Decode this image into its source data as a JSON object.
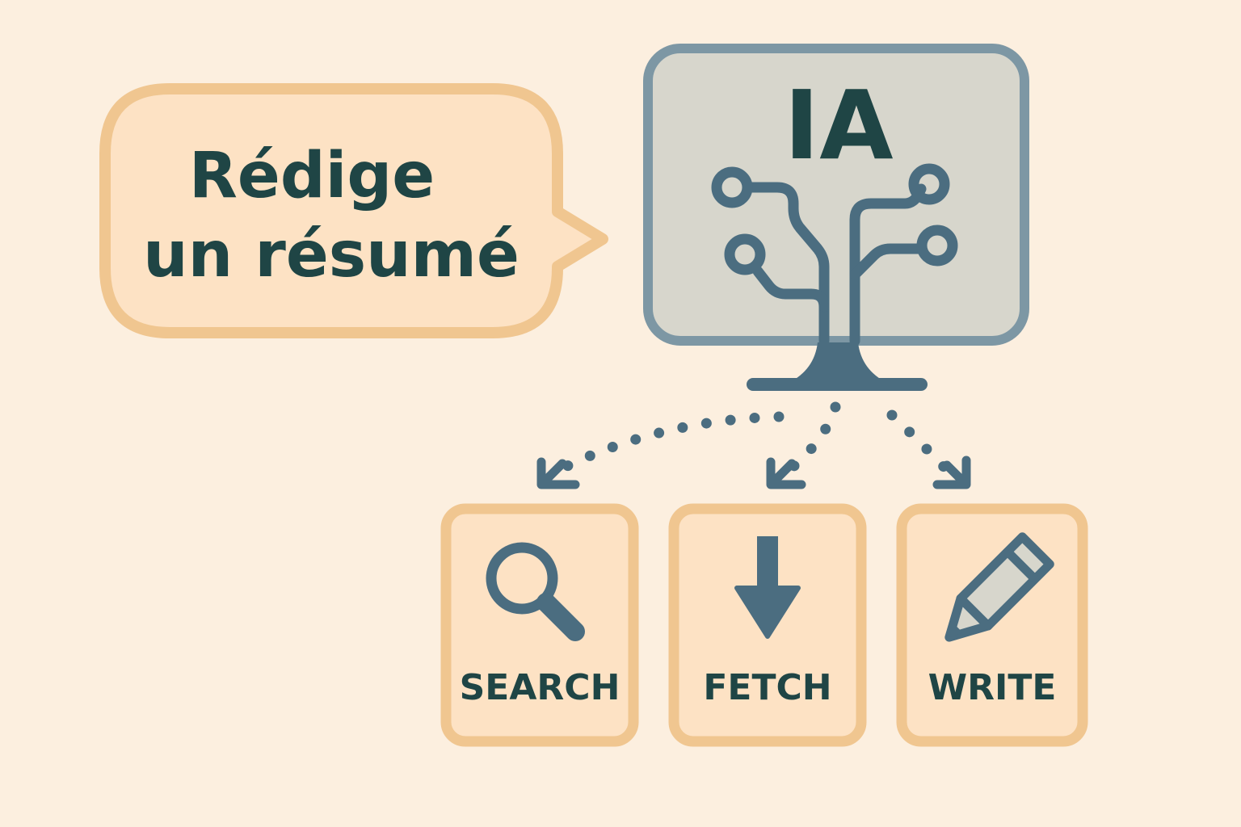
{
  "speech_bubble": {
    "line1": "Rédige",
    "line2": "un résumé"
  },
  "monitor": {
    "label": "IA",
    "icon": "circuit-tree-icon"
  },
  "tools": [
    {
      "label": "SEARCH",
      "icon": "magnifier-icon"
    },
    {
      "label": "FETCH",
      "icon": "download-arrow-icon"
    },
    {
      "label": "WRITE",
      "icon": "pencil-icon"
    }
  ],
  "colors": {
    "background": "#fcefdf",
    "bubble_fill": "#fde2c4",
    "bubble_border": "#f0c690",
    "monitor_fill": "#d7d6cc",
    "monitor_border": "#7d97a4",
    "slate": "#4b6d80",
    "text": "#1f4545",
    "tool_fill": "#fde2c4",
    "tool_border": "#f0c690"
  }
}
